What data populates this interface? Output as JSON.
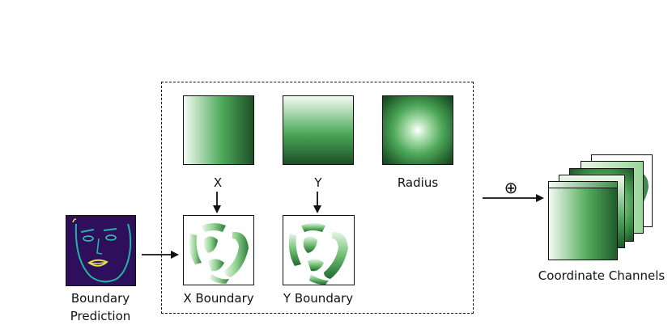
{
  "diagram": {
    "labels": {
      "x": "X",
      "y": "Y",
      "radius": "Radius",
      "boundary_prediction_line1": "Boundary",
      "boundary_prediction_line2": "Prediction",
      "x_boundary": "X Boundary",
      "y_boundary": "Y Boundary",
      "coordinate_channels": "Coordinate Channels",
      "concat_symbol": "⊕"
    },
    "colors": {
      "green_dark": "#1f5a2a",
      "green_mid": "#3f9a4f",
      "green_light": "#e9f6e8",
      "boundary_bg": "#2e0f5c",
      "boundary_line": "#1fb7a3",
      "boundary_accent": "#e3e04a"
    }
  }
}
